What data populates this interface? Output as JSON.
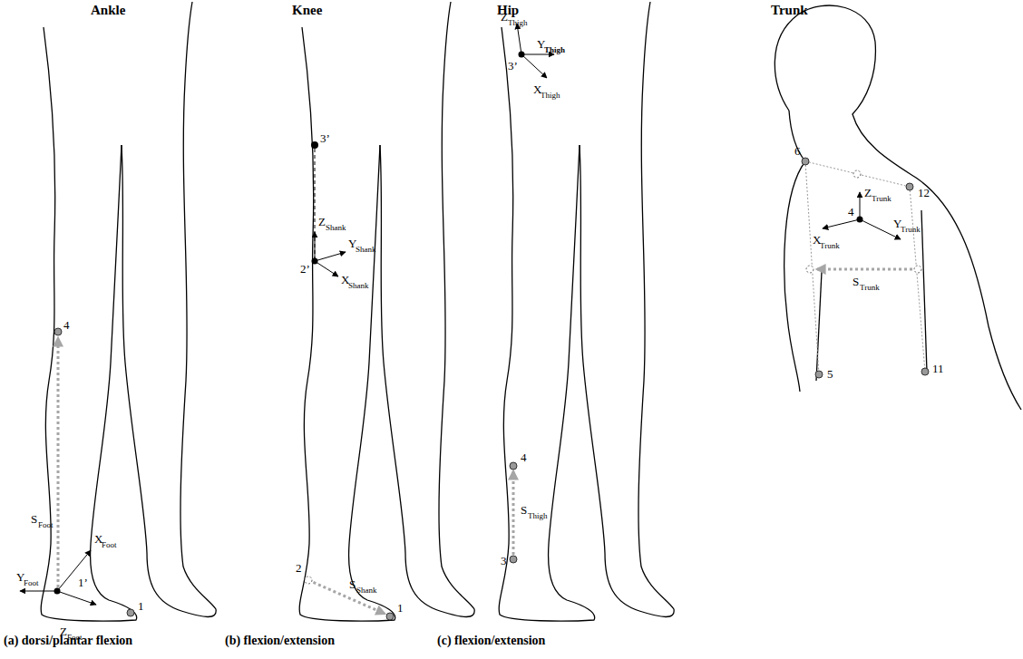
{
  "diagram": {
    "labels": [
      "Ankle",
      "Knee",
      "Hip",
      "Trunk",
      "4",
      "S",
      "Foot",
      "X",
      "Foot",
      "Y",
      "Foot",
      "1’",
      "Z",
      "Foot",
      "1",
      "3’",
      "Z",
      "Shank",
      "Y",
      "Shank",
      "2’",
      "X",
      "Shank",
      "2",
      "S",
      "Shank",
      "1",
      "Z",
      "Thigh",
      "Y",
      "Thigh",
      "3’",
      "X",
      "Thigh",
      "4",
      "S",
      "Thigh",
      "3",
      "6",
      "12",
      "Z",
      "Trunk",
      "X",
      "Trunk",
      "4",
      "Y",
      "Trunk",
      "S",
      "Trunk",
      "5",
      "11",
      "(a) dorsi/plantar flexion",
      "(b) flexion/extension",
      "(c) flexion/extension"
    ]
  }
}
